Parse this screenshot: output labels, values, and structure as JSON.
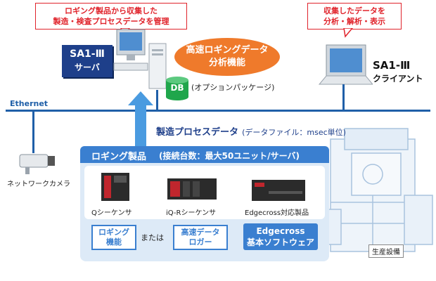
{
  "callouts": {
    "server_note": "ロギング製品から収集した\n製造・検査プロセスデータを管理",
    "client_note": "収集したデータを\n分析・解析・表示"
  },
  "server": {
    "title": "SA1-Ⅲ",
    "subtitle": "サーバ",
    "db_label": "DB",
    "db_note": "(オプションパッケージ)",
    "feature_line1": "高速ロギングデータ",
    "feature_line2": "分析機能"
  },
  "client": {
    "title": "SA1-Ⅲ",
    "subtitle": "クライアント"
  },
  "network": {
    "label": "Ethernet"
  },
  "flow": {
    "label_main": "製造プロセスデータ",
    "label_sub": "(データファイル：msec単位)"
  },
  "camera": {
    "label": "ネットワークカメラ"
  },
  "logging_panel": {
    "title": "ロギング製品",
    "title_sub": "(接続台数：最大50ユニット/サーバ)",
    "products": [
      {
        "label": "Qシーケンサ"
      },
      {
        "label": "iQ-Rシーケンサ"
      },
      {
        "label": "Edgecross対応製品"
      }
    ],
    "func_left_line1": "ロギング",
    "func_left_line2": "機能",
    "or_text": "または",
    "func_right_line1": "高速データ",
    "func_right_line2": "ロガー",
    "edgecross_line1": "Edgecross",
    "edgecross_line2": "基本ソフトウェア"
  },
  "equipment": {
    "label": "生産設備"
  },
  "colors": {
    "accent_red": "#e0232b",
    "brand_blue": "#1e3f8a",
    "panel_blue": "#3a7fd0",
    "bubble_orange": "#ef7a2b",
    "db_green": "#1fa64b"
  }
}
